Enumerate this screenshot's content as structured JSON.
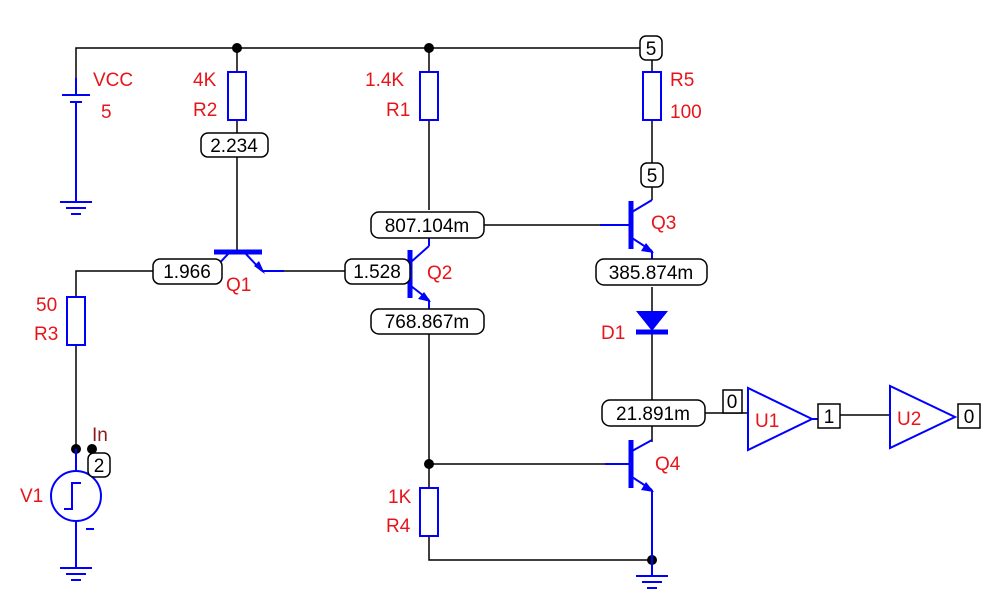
{
  "components": {
    "vcc": {
      "name": "VCC",
      "value": "5"
    },
    "r1": {
      "name": "R1",
      "value": "1.4K"
    },
    "r2": {
      "name": "R2",
      "value": "4K"
    },
    "r3": {
      "name": "R3",
      "value": "50"
    },
    "r4": {
      "name": "R4",
      "value": "1K"
    },
    "r5": {
      "name": "R5",
      "value": "100"
    },
    "q1": {
      "name": "Q1"
    },
    "q2": {
      "name": "Q2"
    },
    "q3": {
      "name": "Q3"
    },
    "q4": {
      "name": "Q4"
    },
    "d1": {
      "name": "D1"
    },
    "u1": {
      "name": "U1"
    },
    "u2": {
      "name": "U2"
    },
    "v1": {
      "name": "V1"
    }
  },
  "net_labels": {
    "in": "In"
  },
  "voltage_readouts": {
    "top_rail": "5",
    "r2_bottom": "2.234",
    "q1_base": "1.966",
    "q2_base": "1.528",
    "q2_collector": "807.104m",
    "q2_emitter": "768.867m",
    "q3_collector": "5",
    "q3_emitter": "385.874m",
    "q4_collector": "21.891m",
    "input_node": "2"
  },
  "logic_states": {
    "u1_in": "0",
    "u1_out": "1",
    "u2_out": "0"
  },
  "colors": {
    "wire": "#000000",
    "component": "#0000ff",
    "label": "#e8141a",
    "net_label": "#8b1a1a",
    "background": "#ffffff"
  }
}
